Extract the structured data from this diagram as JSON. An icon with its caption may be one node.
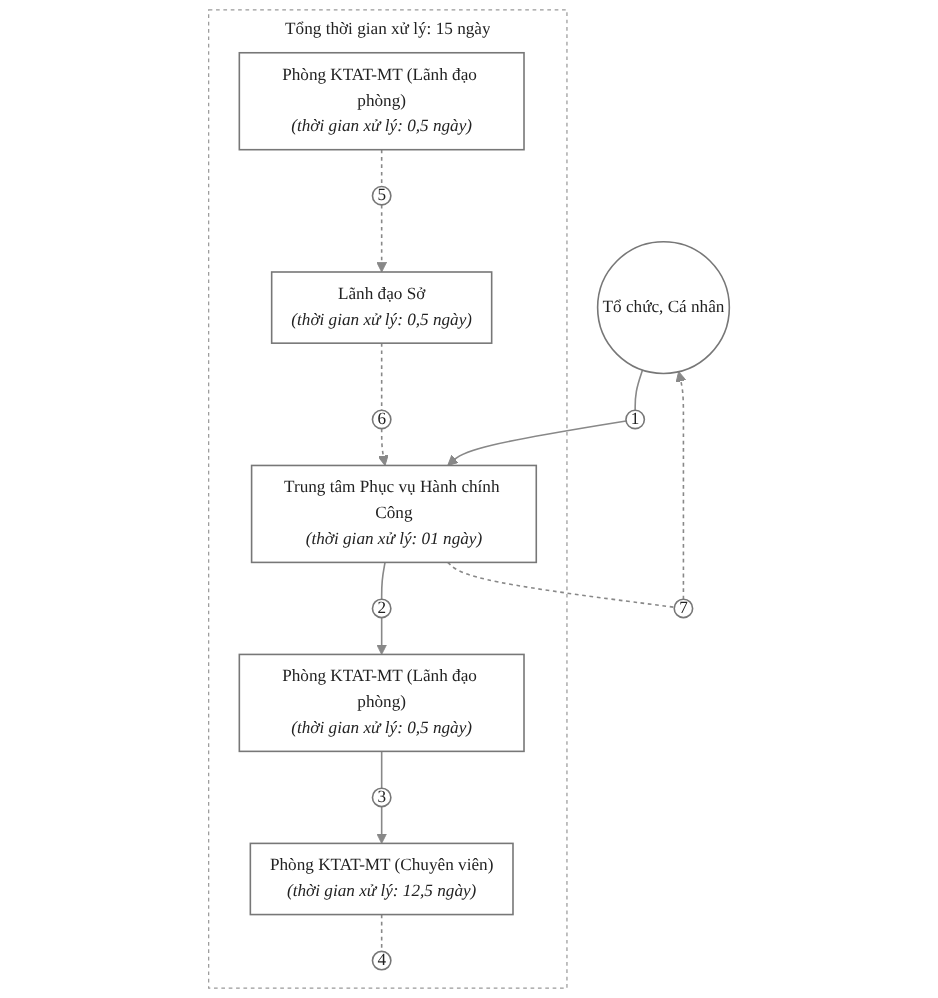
{
  "diagram": {
    "nodes": [
      {
        "text": [
          "Tổ chức, Cá nhân"
        ]
      },
      {
        "text": [
          "7"
        ]
      },
      {
        "text": [
          "1"
        ]
      },
      {
        "text": [
          "Tổng thời gian xử lý: 15 ngày"
        ]
      },
      {
        "text": [
          "Trung tâm Phục vụ Hành chính Công",
          "(thời gian xử lý: 01 ngày)"
        ],
        "in": 3
      },
      {
        "text": [
          "6"
        ],
        "in": 3
      },
      {
        "text": [
          "2"
        ],
        "in": 3
      },
      {
        "text": [
          "Lãnh đạo Sở",
          "(thời gian xử lý: 0,5 ngày)"
        ],
        "in": 3
      },
      {
        "text": [
          "Phòng KTAT-MT (Lãnh đạo phòng)",
          "(thời gian xử lý: 0,5 ngày)"
        ],
        "in": 3
      },
      {
        "text": [
          "5"
        ],
        "in": 3
      },
      {
        "text": [
          "3"
        ],
        "in": 3
      },
      {
        "text": [
          "Phòng KTAT-MT (Lãnh đạo phòng)",
          "(thời gian xử lý: 0,5 ngày)"
        ],
        "in": 3
      },
      {
        "text": [
          "4"
        ],
        "in": 3
      },
      {
        "text": [
          "Phòng KTAT-MT (Chuyên viên)",
          "(thời gian xử lý: 12,5 ngày)"
        ],
        "in": 3
      }
    ],
    "edges": [
      {
        "from": 0,
        "to": 2,
        "arrow": "none"
      },
      {
        "from": 2,
        "to": 4,
        "arrow": "to"
      },
      {
        "from": 4,
        "to": 6,
        "arrow": "none"
      },
      {
        "from": 6,
        "to": 8,
        "arrow": "to"
      },
      {
        "from": 8,
        "to": 10,
        "arrow": "none"
      },
      {
        "from": 10,
        "to": 13,
        "arrow": "to"
      },
      {
        "from": 13,
        "to": 12,
        "arrow": "none",
        "style": "dashed"
      },
      {
        "from": 11,
        "to": 9,
        "arrow": "none",
        "style": "dashed"
      },
      {
        "from": 9,
        "to": 7,
        "arrow": "to",
        "style": "dashed"
      },
      {
        "from": 7,
        "to": 5,
        "arrow": "none",
        "style": "dashed"
      },
      {
        "from": 5,
        "to": 4,
        "arrow": "to",
        "style": "dashed"
      },
      {
        "from": 4,
        "to": 1,
        "arrow": "none",
        "style": "dashed"
      },
      {
        "from": 1,
        "to": 0,
        "arrow": "to",
        "style": "dashed"
      }
    ]
  }
}
